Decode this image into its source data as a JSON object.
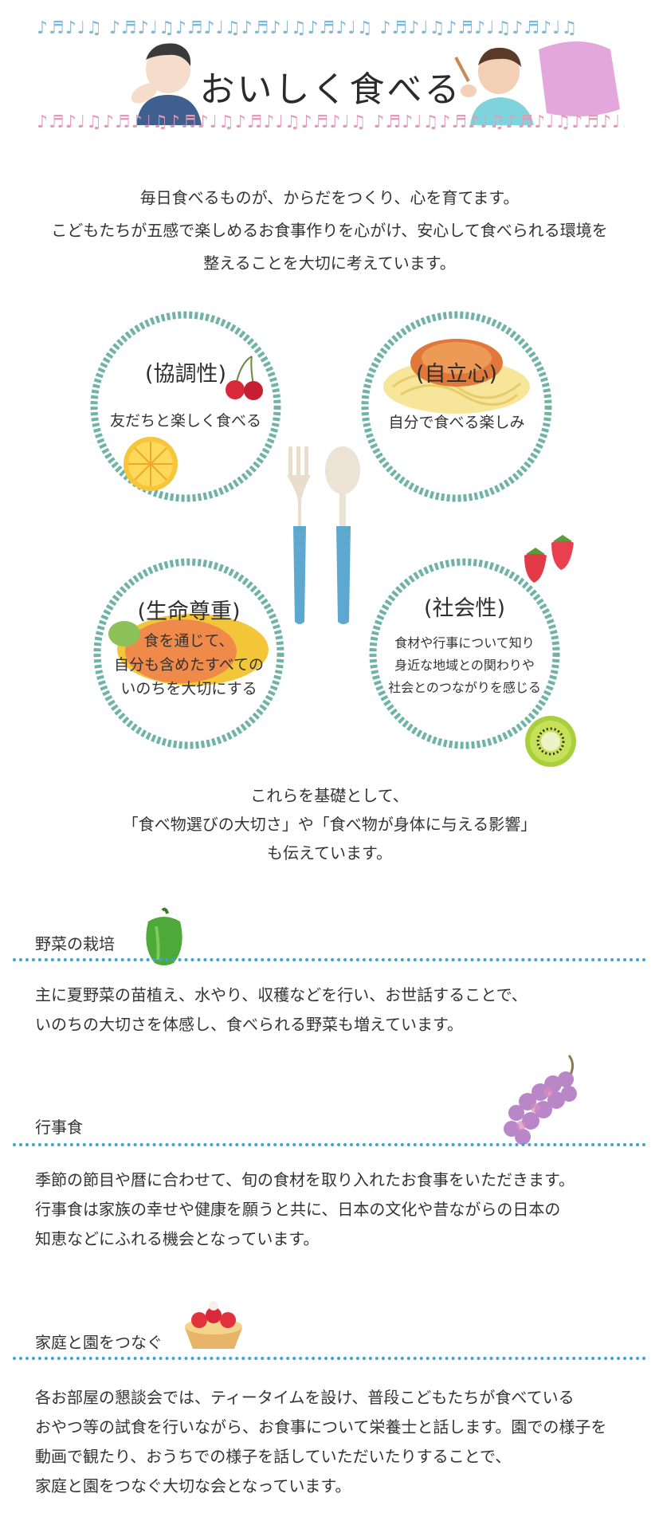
{
  "header": {
    "title": "おいしく食べる",
    "notes_top": "♪♬♪♩♫ ♪♬♪♩♫♪♬♪♩♫♪♬♪♩♫♪♬♪♩♫ ♪♬♪♩♫♪♬♪♩♫♪♬♪♩♫",
    "notes_bottom": "♪♬♪♩♫♪♬♪♩♫♪♬♪♩♫♪♬♪♩♫♪♬♪♩♫ ♪♬♪♩♫♪♬♪♩♫♪♬♪♩♫♪♬♪♩♫"
  },
  "intro": {
    "line1": "毎日食べるものが、からだをつくり、心を育てます。",
    "line2": "こどもたちが五感で楽しめるお食事作りを心がけ、安心して食べられる環境を",
    "line3": "整えることを大切に考えています。"
  },
  "circles": [
    {
      "title": "(協調性)",
      "text": [
        "友だちと楽しく食べる"
      ]
    },
    {
      "title": "(自立心)",
      "text": [
        "自分で食べる楽しみ"
      ]
    },
    {
      "title": "(生命尊重)",
      "text": [
        "食を通じて、",
        "自分も含めたすべての",
        "いのちを大切にする"
      ]
    },
    {
      "title": "(社会性)",
      "text": [
        "食材や行事について知り",
        "身近な地域との関わりや",
        "社会とのつながりを感じる"
      ]
    }
  ],
  "foundation": {
    "line1": "これらを基礎として、",
    "line2": "「食べ物選びの大切さ」や「食べ物が身体に与える影響」",
    "line3": "も伝えています。"
  },
  "sections": [
    {
      "heading": "野菜の栽培",
      "lines": [
        "主に夏野菜の苗植え、水やり、収穫などを行い、お世話することで、",
        "いのちの大切さを体感し、食べられる野菜も増えています。"
      ]
    },
    {
      "heading": "行事食",
      "lines": [
        "季節の節目や暦に合わせて、旬の食材を取り入れたお食事をいただきます。",
        "行事食は家族の幸せや健康を願うと共に、日本の文化や昔ながらの日本の",
        "知恵などにふれる機会となっています。"
      ]
    },
    {
      "heading": "家庭と園をつなぐ",
      "lines": [
        "各お部屋の懇談会では、ティータイムを設け、普段こどもたちが食べている",
        "おやつ等の試食を行いながら、お食事について栄養士と話します。園での様子を",
        "動画で観たり、おうちでの様子を話していただいたりすることで、",
        "家庭と園をつなぐ大切な会となっています。"
      ]
    }
  ],
  "colors": {
    "accent_dots": "#3aa6cf",
    "ring": "#6fb3a8"
  },
  "icons": [
    "music-notes-icon",
    "child-eating-icon",
    "cherry-icon",
    "orange-slice-icon",
    "pasta-icon",
    "fork-icon",
    "spoon-icon",
    "omurice-icon",
    "strawberry-icon",
    "kiwi-icon",
    "green-pepper-icon",
    "grapes-icon",
    "strawberry-tart-icon"
  ]
}
